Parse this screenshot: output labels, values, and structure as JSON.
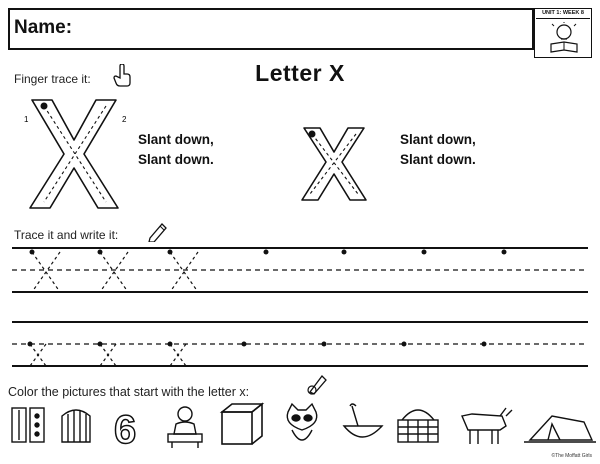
{
  "header": {
    "name_label": "Name:",
    "unit_label": "UNIT 1: WEEK 8"
  },
  "title": "Letter X",
  "finger_trace": {
    "label": "Finger trace it:",
    "stroke_numbers": [
      "1",
      "2"
    ],
    "uppercase_instructions": [
      "Slant down,",
      "Slant down."
    ],
    "lowercase_instructions": [
      "Slant down,",
      "Slant down."
    ]
  },
  "trace_write": {
    "label": "Trace it and write it:"
  },
  "color_pictures": {
    "label": "Color the pictures that start with the letter x:",
    "items": [
      "letter-blocks",
      "gate",
      "number-six",
      "child-at-desk",
      "box",
      "raccoon",
      "mixing-bowl",
      "picnic-basket",
      "ox",
      "tent"
    ]
  },
  "credit": "©The Moffatt Girls",
  "icons": {
    "finger_icon": "pointing-finger-icon",
    "pencil_icon": "pencil-icon",
    "crayon_icon": "crayon-hand-icon",
    "unit_icon": "lightbulb-book-icon"
  }
}
